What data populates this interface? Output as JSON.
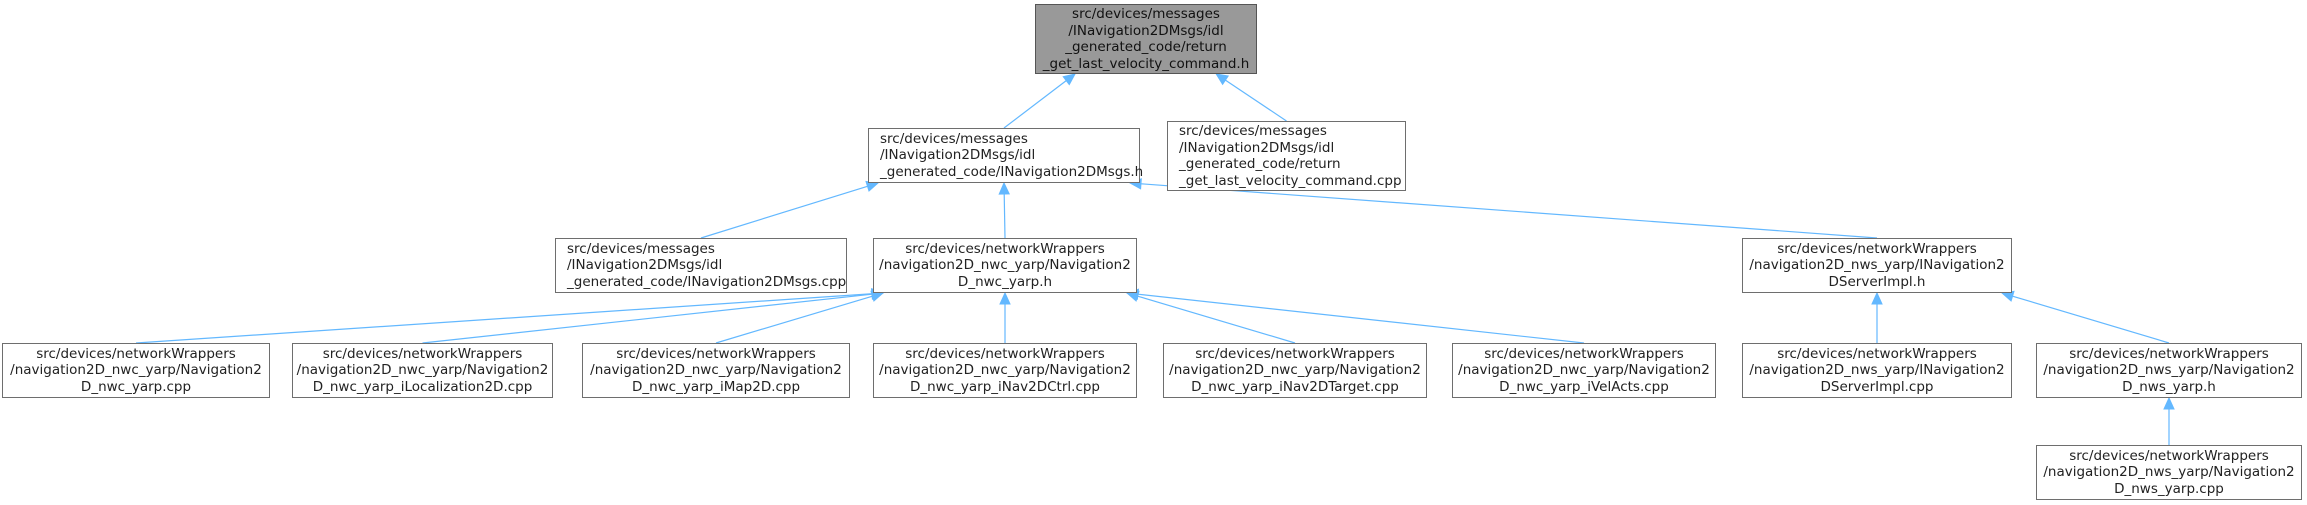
{
  "colors": {
    "edge": "#63b8ff",
    "node_border": "#6e6e6e",
    "root_fill": "#999999"
  },
  "nodes": {
    "root": {
      "lines": [
        "src/devices/messages",
        "/INavigation2DMsgs/idl",
        "_generated_code/return",
        "_get_last_velocity_command.h"
      ]
    },
    "msgs_h": {
      "lines": [
        "src/devices/messages",
        "/INavigation2DMsgs/idl",
        "_generated_code/INavigation2DMsgs.h"
      ]
    },
    "ret_cpp": {
      "lines": [
        "src/devices/messages",
        "/INavigation2DMsgs/idl",
        "_generated_code/return",
        "_get_last_velocity_command.cpp"
      ]
    },
    "msgs_cpp": {
      "lines": [
        "src/devices/messages",
        "/INavigation2DMsgs/idl",
        "_generated_code/INavigation2DMsgs.cpp"
      ]
    },
    "nwc_h": {
      "lines": [
        "src/devices/networkWrappers",
        "/navigation2D_nwc_yarp/Navigation2",
        "D_nwc_yarp.h"
      ]
    },
    "server_h": {
      "lines": [
        "src/devices/networkWrappers",
        "/navigation2D_nws_yarp/INavigation2",
        "DServerImpl.h"
      ]
    },
    "nwc_cpp": {
      "lines": [
        "src/devices/networkWrappers",
        "/navigation2D_nwc_yarp/Navigation2",
        "D_nwc_yarp.cpp"
      ]
    },
    "nwc_iloc": {
      "lines": [
        "src/devices/networkWrappers",
        "/navigation2D_nwc_yarp/Navigation2",
        "D_nwc_yarp_iLocalization2D.cpp"
      ]
    },
    "nwc_imap": {
      "lines": [
        "src/devices/networkWrappers",
        "/navigation2D_nwc_yarp/Navigation2",
        "D_nwc_yarp_iMap2D.cpp"
      ]
    },
    "nwc_ictrl": {
      "lines": [
        "src/devices/networkWrappers",
        "/navigation2D_nwc_yarp/Navigation2",
        "D_nwc_yarp_iNav2DCtrl.cpp"
      ]
    },
    "nwc_itarget": {
      "lines": [
        "src/devices/networkWrappers",
        "/navigation2D_nwc_yarp/Navigation2",
        "D_nwc_yarp_iNav2DTarget.cpp"
      ]
    },
    "nwc_ivel": {
      "lines": [
        "src/devices/networkWrappers",
        "/navigation2D_nwc_yarp/Navigation2",
        "D_nwc_yarp_iVelActs.cpp"
      ]
    },
    "server_cpp": {
      "lines": [
        "src/devices/networkWrappers",
        "/navigation2D_nws_yarp/INavigation2",
        "DServerImpl.cpp"
      ]
    },
    "nws_h": {
      "lines": [
        "src/devices/networkWrappers",
        "/navigation2D_nws_yarp/Navigation2",
        "D_nws_yarp.h"
      ]
    },
    "nws_cpp": {
      "lines": [
        "src/devices/networkWrappers",
        "/navigation2D_nws_yarp/Navigation2",
        "D_nws_yarp.cpp"
      ]
    }
  },
  "edges": [
    [
      "msgs_h",
      "root"
    ],
    [
      "ret_cpp",
      "root"
    ],
    [
      "msgs_cpp",
      "msgs_h"
    ],
    [
      "nwc_h",
      "msgs_h"
    ],
    [
      "server_h",
      "msgs_h"
    ],
    [
      "nwc_cpp",
      "nwc_h"
    ],
    [
      "nwc_iloc",
      "nwc_h"
    ],
    [
      "nwc_imap",
      "nwc_h"
    ],
    [
      "nwc_ictrl",
      "nwc_h"
    ],
    [
      "nwc_itarget",
      "nwc_h"
    ],
    [
      "nwc_ivel",
      "nwc_h"
    ],
    [
      "server_cpp",
      "server_h"
    ],
    [
      "nws_h",
      "server_h"
    ],
    [
      "nws_cpp",
      "nws_h"
    ]
  ]
}
